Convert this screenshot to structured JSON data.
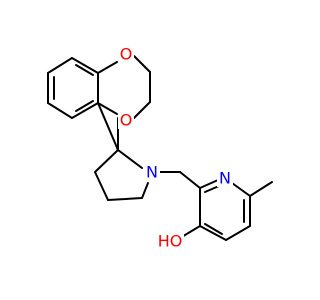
{
  "molecule": {
    "colors": {
      "carbon": "#000000",
      "oxygen": "#ff0000",
      "nitrogen": "#0000ff"
    },
    "labels": {
      "o_top": "O",
      "o_bottom": "O",
      "n_pyrrolidine": "N",
      "n_pyridine": "N",
      "hydroxyl": "HO"
    }
  }
}
